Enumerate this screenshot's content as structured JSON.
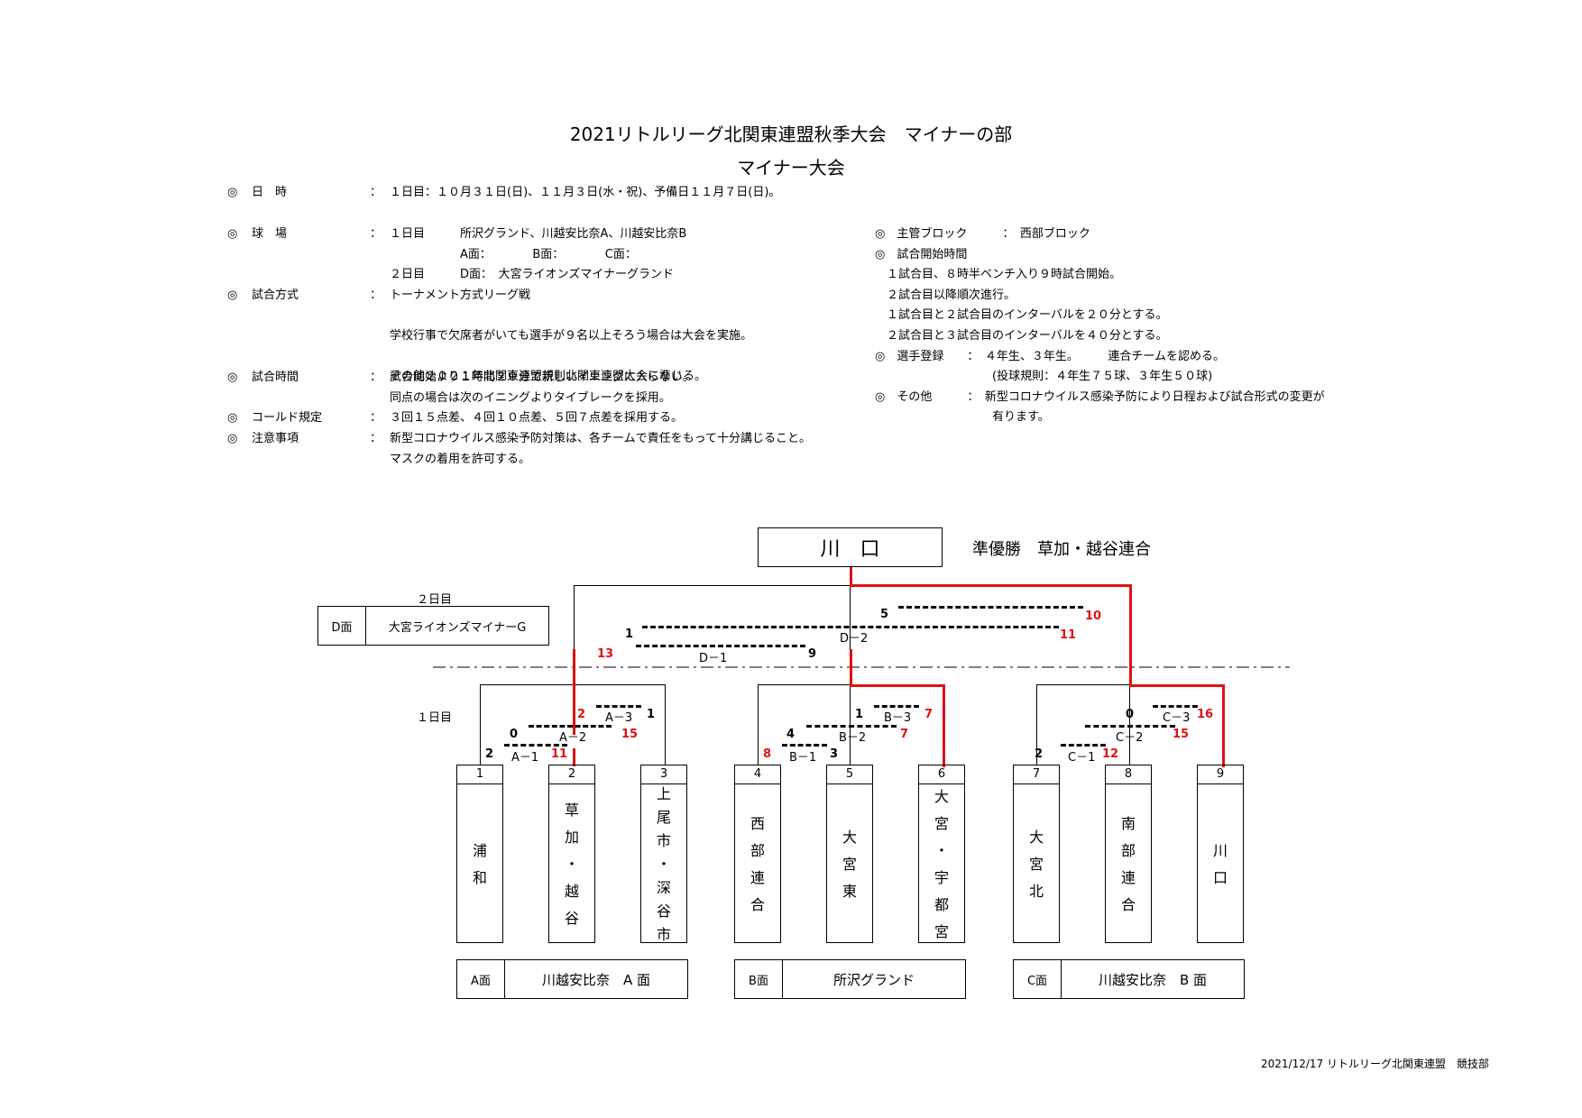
{
  "title": "2021リトルリーグ北関東連盟秋季大会　マイナーの部",
  "subtitle": "マイナー大会",
  "info_left": [
    {
      "mark": "◎",
      "label": "日　時",
      "sep": "：",
      "lines": [
        "１日目：１０月３１日(日)、１１月３日(水・祝)、予備日１１月７日(日)。"
      ]
    },
    {
      "mark": "◎",
      "label": "球　場",
      "sep": "：",
      "lines": [
        "１日目　　　所沢グランド、川越安比奈A、川越安比奈B",
        "　　　　　　A面：　　　　B面：　　　　C面：",
        "２日目　　　D面：　大宮ライオンズマイナーグランド"
      ]
    },
    {
      "mark": "◎",
      "label": "試合方式",
      "sep": "：",
      "lines": [
        "トーナメント方式リーグ戦",
        "",
        "学校行事で欠席者がいても選手が９名以上そろう場合は大会を実施。",
        "",
        "その他２０２１年北関東連盟規則北関東連盟大会に準じる。"
      ]
    },
    {
      "mark": "◎",
      "label": "試合時間",
      "sep": "：",
      "lines": [
        "試合開始より１時間２０分で新しいイニングに入らない。",
        "同点の場合は次のイニングよりタイブレークを採用。"
      ]
    },
    {
      "mark": "◎",
      "label": "コールド規定",
      "sep": "：",
      "lines": [
        "３回１５点差、４回１０点差、５回７点差を採用する。"
      ]
    },
    {
      "mark": "◎",
      "label": "注意事項",
      "sep": "：",
      "lines": [
        "新型コロナウイルス感染予防対策は、各チームで責任をもって十分講じること。",
        "マスクの着用を許可する。"
      ]
    }
  ],
  "info_right": [
    "◎　主管ブロック　　　：　西部ブロック",
    "◎　試合開始時間",
    "　１試合目、８時半ベンチ入り９時試合開始。",
    "　２試合目以降順次進行。",
    "　１試合目と２試合目のインターバルを２０分とする。",
    "　２試合目と３試合目のインターバルを４０分とする。",
    "◎　選手登録　　：　４年生、３年生。　　　連合チームを認める。",
    "　　　　　　　　　　(投球規則：４年生７５球、３年生５０球)",
    "◎　その他　　　：　新型コロナウイルス感染予防により日程および試合形式の変更が",
    "　　　　　　　　　　有ります。"
  ],
  "bracket": {
    "champion": "川　口",
    "runner_up": "準優勝　草加・越谷連合",
    "day2_label": "２日目",
    "day1_label": "１日目",
    "d_field": {
      "code": "D面",
      "name": "大宮ライオンズマイナーG"
    },
    "teams": [
      {
        "num": "1",
        "name": [
          "浦",
          "和"
        ]
      },
      {
        "num": "2",
        "name": [
          "草",
          "加",
          "・",
          "越",
          "谷"
        ]
      },
      {
        "num": "3",
        "name": [
          "上",
          "尾",
          "市",
          "・",
          "深",
          "谷",
          "市"
        ]
      },
      {
        "num": "4",
        "name": [
          "西",
          "部",
          "連",
          "合"
        ]
      },
      {
        "num": "5",
        "name": [
          "大",
          "宮",
          "東"
        ]
      },
      {
        "num": "6",
        "name": [
          "大",
          "宮",
          "・",
          "宇",
          "都",
          "宮"
        ]
      },
      {
        "num": "7",
        "name": [
          "大",
          "宮",
          "北"
        ]
      },
      {
        "num": "8",
        "name": [
          "南",
          "部",
          "連",
          "合"
        ]
      },
      {
        "num": "9",
        "name": [
          "川",
          "口"
        ]
      }
    ],
    "games": {
      "A1": "A－1",
      "A2": "A－2",
      "A3": "A－3",
      "B1": "B－1",
      "B2": "B－2",
      "B3": "B－3",
      "C1": "C－1",
      "C2": "C－2",
      "C3": "C－3",
      "D1": "D－1",
      "D2": "D－2"
    },
    "scores": {
      "A1_left": "2",
      "A1_right": "11",
      "A2_left": "0",
      "A2_right": "15",
      "A3_left": "2",
      "A3_right": "1",
      "B1_left": "8",
      "B1_right": "3",
      "B2_left": "4",
      "B2_right": "7",
      "B3_left": "1",
      "B3_right": "7",
      "C1_left": "2",
      "C1_right": "12",
      "C2_left": "0",
      "C2_right": "15",
      "C3_left": "16",
      "D1_left": "13",
      "D1_right": "9",
      "D2_left": "1",
      "D2_right": "11",
      "D2b_left": "5",
      "D2b_right": "10"
    },
    "venues": [
      {
        "code": "A面",
        "name": "川越安比奈　A 面"
      },
      {
        "code": "B面",
        "name": "所沢グランド"
      },
      {
        "code": "C面",
        "name": "川越安比奈　B 面"
      }
    ]
  },
  "footer": "2021/12/17 リトルリーグ北関東連盟　競技部",
  "colors": {
    "winner_line": "#e01010",
    "text": "#000000"
  }
}
